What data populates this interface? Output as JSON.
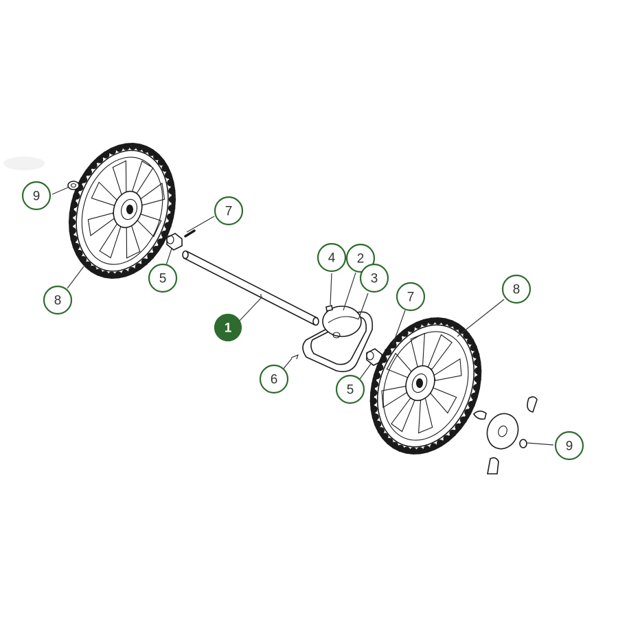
{
  "diagram": {
    "callouts": [
      {
        "id": "c9-left",
        "label": "9"
      },
      {
        "id": "c8-left",
        "label": "8"
      },
      {
        "id": "c7-left",
        "label": "7"
      },
      {
        "id": "c5-left",
        "label": "5"
      },
      {
        "id": "c1",
        "label": "1",
        "highlighted": true
      },
      {
        "id": "c4",
        "label": "4"
      },
      {
        "id": "c2",
        "label": "2"
      },
      {
        "id": "c3",
        "label": "3"
      },
      {
        "id": "c7-right",
        "label": "7"
      },
      {
        "id": "c8-right",
        "label": "8"
      },
      {
        "id": "c6",
        "label": "6"
      },
      {
        "id": "c5-right",
        "label": "5"
      },
      {
        "id": "c9-right",
        "label": "9"
      }
    ],
    "colors": {
      "callout_stroke": "#2e6b2e",
      "highlight_fill": "#2e6b2e",
      "line": "#1a1a1a"
    }
  }
}
